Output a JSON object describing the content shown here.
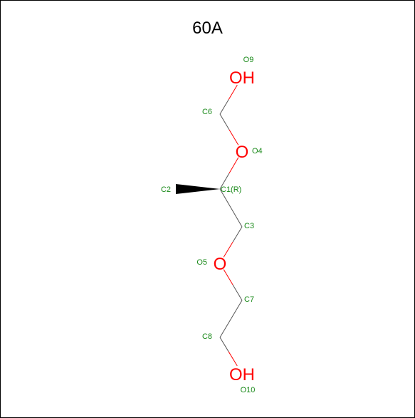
{
  "title": "60A",
  "colors": {
    "carbon_label": "#1a8a1a",
    "oxygen": "#ff0000",
    "bond": "#000000"
  },
  "atoms": [
    {
      "id": "O9",
      "label": "O9",
      "element": "O",
      "symbol": "OH"
    },
    {
      "id": "C6",
      "label": "C6",
      "element": "C"
    },
    {
      "id": "O4",
      "label": "O4",
      "element": "O",
      "symbol": "O"
    },
    {
      "id": "C2",
      "label": "C2",
      "element": "C"
    },
    {
      "id": "C1",
      "label": "C1(R)",
      "element": "C"
    },
    {
      "id": "C3",
      "label": "C3",
      "element": "C"
    },
    {
      "id": "O5",
      "label": "O5",
      "element": "O",
      "symbol": "O"
    },
    {
      "id": "C7",
      "label": "C7",
      "element": "C"
    },
    {
      "id": "C8",
      "label": "C8",
      "element": "C"
    },
    {
      "id": "O10",
      "label": "O10",
      "element": "O",
      "symbol": "OH"
    }
  ],
  "bonds": [
    {
      "from": "O9",
      "to": "C6",
      "type": "single"
    },
    {
      "from": "C6",
      "to": "O4",
      "type": "single"
    },
    {
      "from": "O4",
      "to": "C1",
      "type": "single"
    },
    {
      "from": "C1",
      "to": "C2",
      "type": "wedge"
    },
    {
      "from": "C1",
      "to": "C3",
      "type": "single"
    },
    {
      "from": "C3",
      "to": "O5",
      "type": "single"
    },
    {
      "from": "O5",
      "to": "C7",
      "type": "single"
    },
    {
      "from": "C7",
      "to": "C8",
      "type": "single"
    },
    {
      "from": "C8",
      "to": "O10",
      "type": "single"
    }
  ]
}
